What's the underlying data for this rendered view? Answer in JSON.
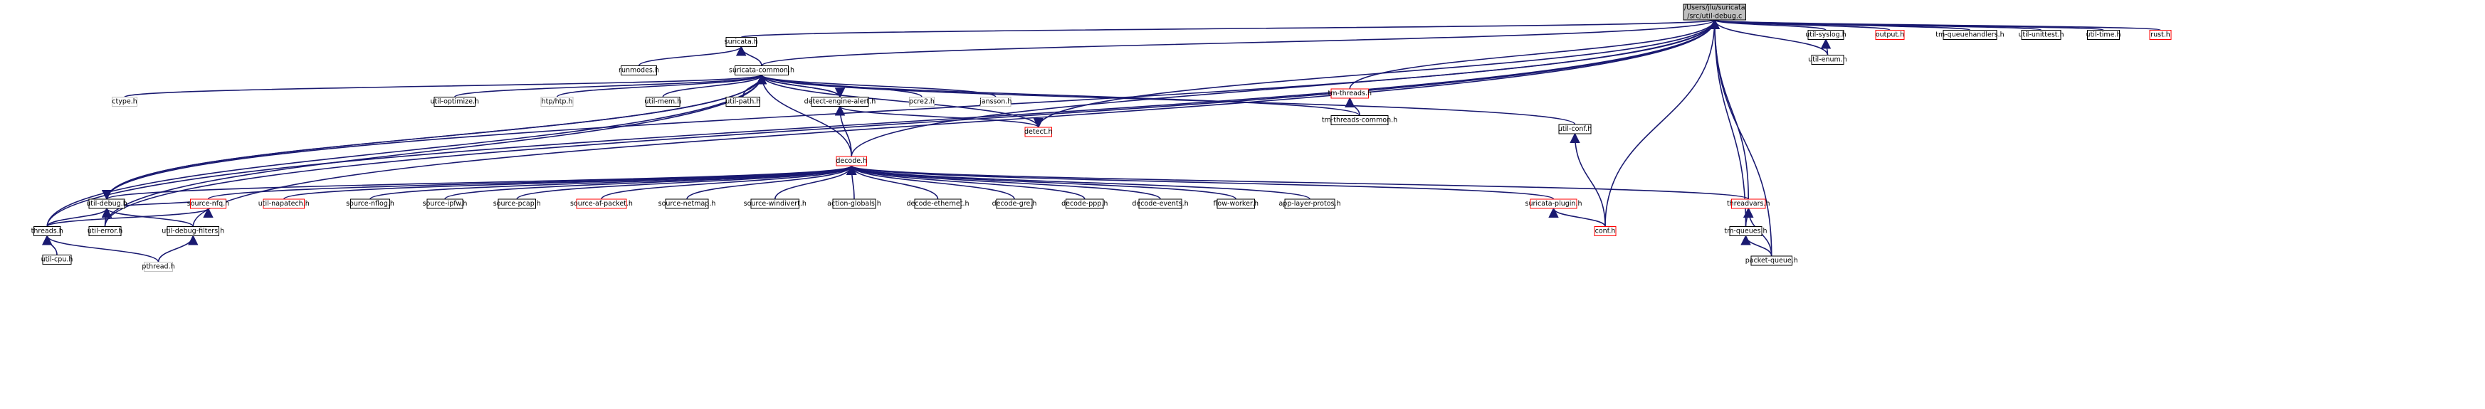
{
  "colors": {
    "edge": "#191970",
    "normal_border": "#000000",
    "missing_border": "#bfbfbf",
    "undocumented_border": "#ff0000",
    "root_fill": "#bfbfbf",
    "text": "#000000"
  },
  "nodes": [
    {
      "id": "root",
      "label": "/Users/jlu/suricata\n/src/util-debug.c",
      "kind": "root"
    },
    {
      "id": "suricata_h",
      "label": "suricata.h",
      "kind": "normal"
    },
    {
      "id": "runmodes_h",
      "label": "runmodes.h",
      "kind": "normal"
    },
    {
      "id": "suricata_common_h",
      "label": "suricata-common.h",
      "kind": "normal"
    },
    {
      "id": "ctype_h",
      "label": "ctype.h",
      "kind": "missing"
    },
    {
      "id": "util_optimize_h",
      "label": "util-optimize.h",
      "kind": "normal"
    },
    {
      "id": "htp_h",
      "label": "htp/htp.h",
      "kind": "missing"
    },
    {
      "id": "util_mem_h",
      "label": "util-mem.h",
      "kind": "normal"
    },
    {
      "id": "util_path_h",
      "label": "util-path.h",
      "kind": "normal"
    },
    {
      "id": "detect_engine_alert_h",
      "label": "detect-engine-alert.h",
      "kind": "normal"
    },
    {
      "id": "pcre2_h",
      "label": "pcre2.h",
      "kind": "missing"
    },
    {
      "id": "jansson_h",
      "label": "jansson.h",
      "kind": "missing"
    },
    {
      "id": "tm_threads_h",
      "label": "tm-threads.h",
      "kind": "undocumented"
    },
    {
      "id": "tm_threads_common_h",
      "label": "tm-threads-common.h",
      "kind": "normal"
    },
    {
      "id": "detect_h",
      "label": "detect.h",
      "kind": "undocumented"
    },
    {
      "id": "util_conf_h",
      "label": "util-conf.h",
      "kind": "normal"
    },
    {
      "id": "decode_h",
      "label": "decode.h",
      "kind": "undocumented"
    },
    {
      "id": "util_debug_h",
      "label": "util-debug.h",
      "kind": "normal"
    },
    {
      "id": "source_nfq_h",
      "label": "source-nfq.h",
      "kind": "undocumented"
    },
    {
      "id": "util_napatech_h",
      "label": "util-napatech.h",
      "kind": "undocumented"
    },
    {
      "id": "source_nflog_h",
      "label": "source-nflog.h",
      "kind": "normal"
    },
    {
      "id": "source_ipfw_h",
      "label": "source-ipfw.h",
      "kind": "normal"
    },
    {
      "id": "source_pcap_h",
      "label": "source-pcap.h",
      "kind": "normal"
    },
    {
      "id": "source_af_packet_h",
      "label": "source-af-packet.h",
      "kind": "undocumented"
    },
    {
      "id": "source_netmap_h",
      "label": "source-netmap.h",
      "kind": "normal"
    },
    {
      "id": "source_windivert_h",
      "label": "source-windivert.h",
      "kind": "normal"
    },
    {
      "id": "action_globals_h",
      "label": "action-globals.h",
      "kind": "normal"
    },
    {
      "id": "decode_ethernet_h",
      "label": "decode-ethernet.h",
      "kind": "normal"
    },
    {
      "id": "decode_gre_h",
      "label": "decode-gre.h",
      "kind": "normal"
    },
    {
      "id": "decode_ppp_h",
      "label": "decode-ppp.h",
      "kind": "normal"
    },
    {
      "id": "decode_events_h",
      "label": "decode-events.h",
      "kind": "normal"
    },
    {
      "id": "flow_worker_h",
      "label": "flow-worker.h",
      "kind": "normal"
    },
    {
      "id": "app_layer_protos_h",
      "label": "app-layer-protos.h",
      "kind": "normal"
    },
    {
      "id": "suricata_plugin_h",
      "label": "suricata-plugin.h",
      "kind": "undocumented"
    },
    {
      "id": "threadvars_h",
      "label": "threadvars.h",
      "kind": "undocumented"
    },
    {
      "id": "conf_h",
      "label": "conf.h",
      "kind": "undocumented"
    },
    {
      "id": "threads_h",
      "label": "threads.h",
      "kind": "normal"
    },
    {
      "id": "util_error_h",
      "label": "util-error.h",
      "kind": "normal"
    },
    {
      "id": "util_debug_filters_h",
      "label": "util-debug-filters.h",
      "kind": "normal"
    },
    {
      "id": "util_cpu_h",
      "label": "util-cpu.h",
      "kind": "normal"
    },
    {
      "id": "pthread_h",
      "label": "pthread.h",
      "kind": "missing"
    },
    {
      "id": "tm_queues_h",
      "label": "tm-queues.h",
      "kind": "normal"
    },
    {
      "id": "packet_queue_h",
      "label": "packet-queue.h",
      "kind": "normal"
    },
    {
      "id": "util_syslog_h",
      "label": "util-syslog.h",
      "kind": "normal"
    },
    {
      "id": "util_enum_h",
      "label": "util-enum.h",
      "kind": "normal"
    },
    {
      "id": "output_h",
      "label": "output.h",
      "kind": "undocumented"
    },
    {
      "id": "tm_queuehandlers_h",
      "label": "tm-queuehandlers.h",
      "kind": "normal"
    },
    {
      "id": "util_unittest_h",
      "label": "util-unittest.h",
      "kind": "normal"
    },
    {
      "id": "util_time_h",
      "label": "util-time.h",
      "kind": "normal"
    },
    {
      "id": "rust_h",
      "label": "rust.h",
      "kind": "undocumented"
    }
  ],
  "edges": [
    [
      "root",
      "suricata_h"
    ],
    [
      "root",
      "suricata_common_h"
    ],
    [
      "root",
      "threads_h"
    ],
    [
      "root",
      "util_debug_h"
    ],
    [
      "root",
      "decode_h"
    ],
    [
      "root",
      "detect_h"
    ],
    [
      "root",
      "tm_threads_h"
    ],
    [
      "root",
      "util_error_h"
    ],
    [
      "root",
      "util_debug_filters_h"
    ],
    [
      "root",
      "conf_h"
    ],
    [
      "root",
      "threadvars_h"
    ],
    [
      "root",
      "tm_queues_h"
    ],
    [
      "root",
      "packet_queue_h"
    ],
    [
      "root",
      "util_syslog_h"
    ],
    [
      "root",
      "util_enum_h"
    ],
    [
      "root",
      "output_h"
    ],
    [
      "root",
      "tm_queuehandlers_h"
    ],
    [
      "root",
      "util_unittest_h"
    ],
    [
      "root",
      "util_time_h"
    ],
    [
      "root",
      "rust_h"
    ],
    [
      "suricata_h",
      "runmodes_h"
    ],
    [
      "suricata_h",
      "suricata_common_h"
    ],
    [
      "suricata_common_h",
      "ctype_h"
    ],
    [
      "suricata_common_h",
      "util_optimize_h"
    ],
    [
      "suricata_common_h",
      "htp_h"
    ],
    [
      "suricata_common_h",
      "util_mem_h"
    ],
    [
      "suricata_common_h",
      "util_path_h"
    ],
    [
      "suricata_common_h",
      "detect_engine_alert_h"
    ],
    [
      "suricata_common_h",
      "pcre2_h"
    ],
    [
      "suricata_common_h",
      "jansson_h"
    ],
    [
      "suricata_common_h",
      "tm_threads_common_h"
    ],
    [
      "suricata_common_h",
      "util_conf_h"
    ],
    [
      "suricata_common_h",
      "util_debug_h"
    ],
    [
      "suricata_common_h",
      "threads_h"
    ],
    [
      "suricata_common_h",
      "util_error_h"
    ],
    [
      "suricata_common_h",
      "decode_h"
    ],
    [
      "detect_engine_alert_h",
      "suricata_common_h"
    ],
    [
      "detect_engine_alert_h",
      "decode_h"
    ],
    [
      "detect_engine_alert_h",
      "detect_h"
    ],
    [
      "detect_h",
      "suricata_common_h"
    ],
    [
      "tm_threads_h",
      "tm_threads_common_h"
    ],
    [
      "util_conf_h",
      "conf_h"
    ],
    [
      "decode_h",
      "util_debug_h"
    ],
    [
      "decode_h",
      "source_nfq_h"
    ],
    [
      "decode_h",
      "util_napatech_h"
    ],
    [
      "decode_h",
      "source_nflog_h"
    ],
    [
      "decode_h",
      "source_ipfw_h"
    ],
    [
      "decode_h",
      "source_pcap_h"
    ],
    [
      "decode_h",
      "source_af_packet_h"
    ],
    [
      "decode_h",
      "source_netmap_h"
    ],
    [
      "decode_h",
      "source_windivert_h"
    ],
    [
      "decode_h",
      "action_globals_h"
    ],
    [
      "decode_h",
      "decode_ethernet_h"
    ],
    [
      "decode_h",
      "decode_gre_h"
    ],
    [
      "decode_h",
      "decode_ppp_h"
    ],
    [
      "decode_h",
      "decode_events_h"
    ],
    [
      "decode_h",
      "flow_worker_h"
    ],
    [
      "decode_h",
      "app_layer_protos_h"
    ],
    [
      "decode_h",
      "suricata_plugin_h"
    ],
    [
      "decode_h",
      "threadvars_h"
    ],
    [
      "util_debug_h",
      "suricata_common_h"
    ],
    [
      "util_debug_h",
      "threads_h"
    ],
    [
      "util_debug_h",
      "util_error_h"
    ],
    [
      "util_debug_h",
      "util_debug_filters_h"
    ],
    [
      "source_nfq_h",
      "threads_h"
    ],
    [
      "source_nfq_h",
      "util_debug_h"
    ],
    [
      "suricata_plugin_h",
      "conf_h"
    ],
    [
      "threadvars_h",
      "tm_queues_h"
    ],
    [
      "threadvars_h",
      "packet_queue_h"
    ],
    [
      "tm_queues_h",
      "packet_queue_h"
    ],
    [
      "threads_h",
      "util_cpu_h"
    ],
    [
      "threads_h",
      "pthread_h"
    ],
    [
      "util_debug_filters_h",
      "pthread_h"
    ],
    [
      "util_syslog_h",
      "util_enum_h"
    ]
  ]
}
